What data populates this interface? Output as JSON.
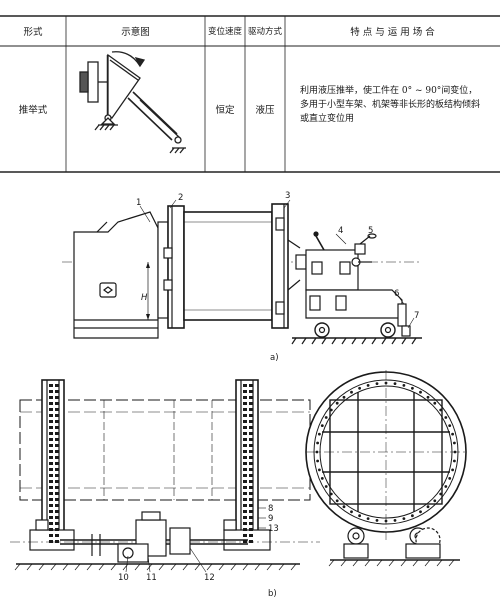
{
  "table": {
    "headers": [
      "形式",
      "示意图",
      "变位速度",
      "驱动方式",
      "特 点 与 运 用 场 合"
    ],
    "row": {
      "form": "推举式",
      "speed": "恒定",
      "drive": "液压",
      "description": "利用液压推举，使工件在 0° ~ 90°间变位，多用于小型车架、机架等非长形的板结构倾斜或直立变位用"
    }
  },
  "figure_a": {
    "caption": "a)",
    "part_numbers": [
      "1",
      "2",
      "3",
      "4",
      "5",
      "6",
      "7"
    ],
    "dimension_label": "H"
  },
  "figure_b": {
    "caption": "b)",
    "part_numbers": [
      "8",
      "9",
      "13",
      "10",
      "11",
      "12"
    ]
  }
}
